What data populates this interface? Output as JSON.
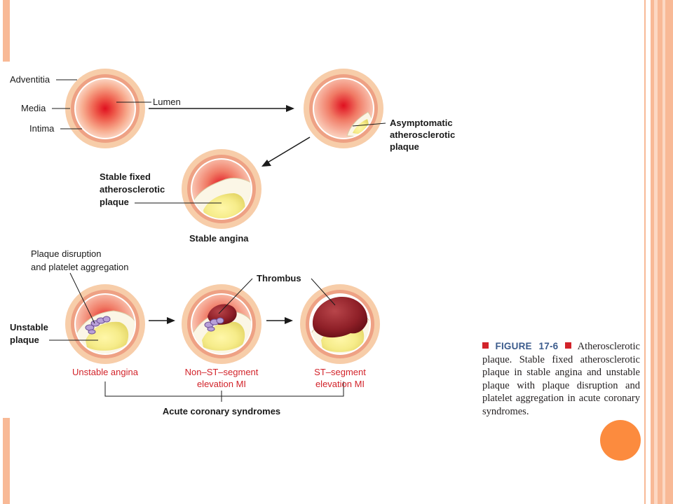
{
  "colors": {
    "frame": "#f8b996",
    "accent_circle": "#fc8b3e",
    "label_red": "#d2232a",
    "caption_blue": "#3b5b8c"
  },
  "labels": {
    "adventitia": "Adventitia",
    "media": "Media",
    "intima": "Intima",
    "lumen": "Lumen",
    "asymptomatic_1": "Asymptomatic",
    "asymptomatic_2": "atherosclerotic",
    "asymptomatic_3": "plaque",
    "stable_fixed_1": "Stable fixed",
    "stable_fixed_2": "atherosclerotic",
    "stable_fixed_3": "plaque",
    "stable_angina": "Stable angina",
    "plaque_disruption_1": "Plaque disruption",
    "plaque_disruption_2": "and platelet aggregation",
    "thrombus": "Thrombus",
    "unstable_plaque_1": "Unstable",
    "unstable_plaque_2": "plaque",
    "unstable_angina": "Unstable angina",
    "nstemi_1": "Non–ST–segment",
    "nstemi_2": "elevation MI",
    "stemi_1": "ST–segment",
    "stemi_2": "elevation MI",
    "acs": "Acute coronary syndromes"
  },
  "caption": {
    "figure_label": "FIGURE 17-6",
    "text": "Atherosclerotic plaque. Stable fixed atherosclerotic plaque in stable angina and unstable plaque with plaque disruption and platelet aggregation in acute coronary syndromes."
  }
}
